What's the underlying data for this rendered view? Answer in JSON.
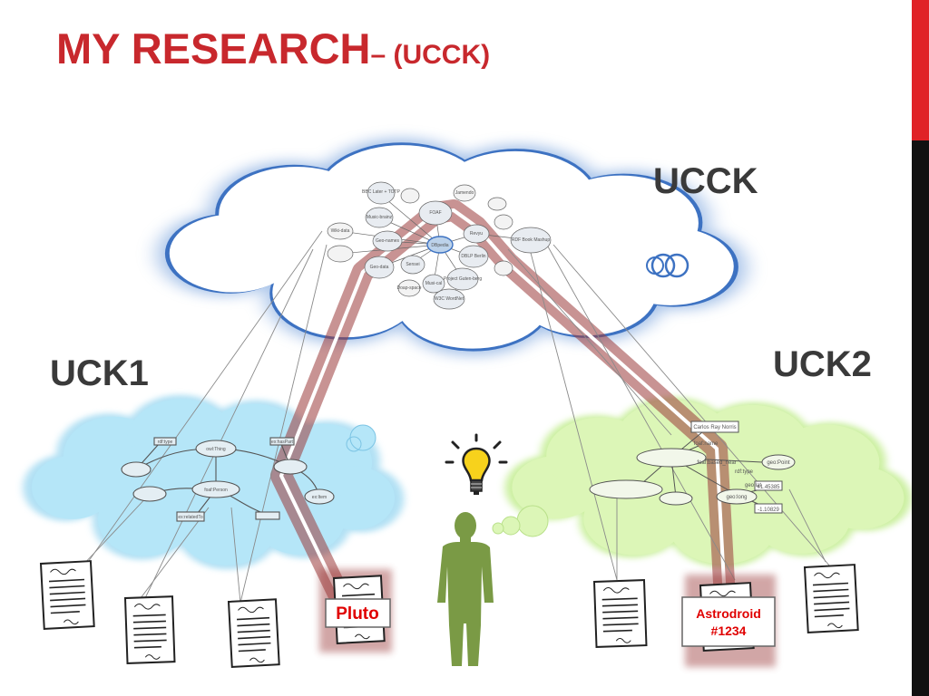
{
  "slide": {
    "title_main": "MY RESEARCH",
    "title_suffix": "– (UCCK)"
  },
  "clouds": {
    "ucck": "UCCK",
    "uck1": "UCK1",
    "uck2": "UCK2"
  },
  "ucck_nodes": [
    "BBC Later + TOTP",
    "Music-brainz",
    "Geo-names",
    "DBLP Berlin",
    "RDF Book Mashup",
    "Project Guten-berg",
    "W3C WordNet",
    "Geo-data",
    "Revyu",
    "Sensei",
    "Jamendo",
    "Musi-cal",
    "Wiki-data",
    "Doap-space",
    "FOAF",
    "DBpedia"
  ],
  "uck2_nodes": [
    "Carlos Ray Norris",
    "foaf:name",
    "foaf:based_near",
    "geo:Point",
    "rdf:type",
    "geo:lat",
    "geo:long",
    "41.45385",
    "-1.10829"
  ],
  "uck1_nodes": [
    "owl:Thing",
    "foaf:Person",
    "rdf:type",
    "ex:hasPart",
    "ex:relatedTo",
    "ex:Item"
  ],
  "documents": {
    "pluto": "Pluto",
    "astrodroid_line1": "Astrodroid",
    "astrodroid_line2": "#1234"
  },
  "colors": {
    "title": "#c8282d",
    "accent_bar": "#e02227",
    "dark_bar": "#111111",
    "ucck_cloud_fill": "#ffffff",
    "ucck_cloud_stroke": "#3d72c2",
    "uck1_cloud_fill": "#aee4f7",
    "uck2_cloud_fill": "#d6f4ad",
    "path_highlight": "#9b3b3b",
    "person": "#7a9a45",
    "bulb": "#f7d21c"
  },
  "icons": [
    "lightbulb-icon",
    "person-silhouette-icon",
    "thought-bubble-icon",
    "document-icon"
  ]
}
